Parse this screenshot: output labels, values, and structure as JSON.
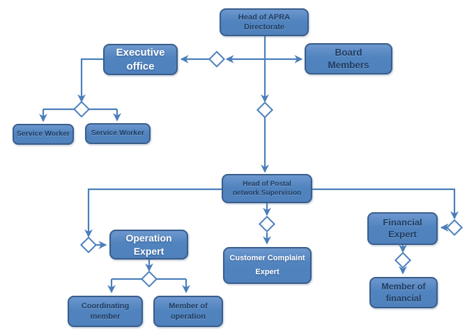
{
  "diagram": {
    "type": "org-chart",
    "background": "#ffffff",
    "colors": {
      "box_fill": "#4f81bd",
      "box_fill_highlight": "#6d97ce",
      "box_border": "#385d8a",
      "connector_line": "#4a7ebb",
      "diamond_fill": "#ffffff",
      "text_dark": "#1f3c61",
      "text_light": "#ffffff"
    },
    "nodes": {
      "head_apra": {
        "lines": [
          "Head of APRA",
          "Directorate"
        ],
        "text_style": "dark"
      },
      "executive_office": {
        "lines": [
          "Executive",
          "office"
        ],
        "text_style": "light"
      },
      "board_members": {
        "lines": [
          "Board",
          "Members"
        ],
        "text_style": "dark"
      },
      "service_worker_left": {
        "lines": [
          "Service Worker"
        ],
        "text_style": "dark"
      },
      "service_worker_right": {
        "lines": [
          "Service Worker"
        ],
        "text_style": "dark"
      },
      "head_postal": {
        "lines": [
          "Head of  Postal",
          "network Supervision"
        ],
        "text_style": "dark"
      },
      "operation_expert": {
        "lines": [
          "Operation",
          "Expert"
        ],
        "text_style": "light"
      },
      "customer_complaint": {
        "lines": [
          "Customer Complaint",
          "Expert"
        ],
        "text_style": "light"
      },
      "financial_expert": {
        "lines": [
          "Financial",
          "Expert"
        ],
        "text_style": "dark"
      },
      "member_financial": {
        "lines": [
          "Member of",
          "financial"
        ],
        "text_style": "dark"
      },
      "coordinating_member": {
        "lines": [
          "Coordinating",
          "member"
        ],
        "text_style": "dark"
      },
      "member_operation": {
        "lines": [
          "Member of",
          "operation"
        ],
        "text_style": "dark"
      }
    },
    "edges": [
      {
        "from": "head_apra",
        "to": "executive_office",
        "midpoint": "diamond"
      },
      {
        "from": "head_apra",
        "to": "board_members"
      },
      {
        "from": "head_apra",
        "to": "head_postal",
        "midpoint": "diamond"
      },
      {
        "from": "executive_office",
        "to": "service_worker_left",
        "midpoint": "diamond"
      },
      {
        "from": "executive_office",
        "to": "service_worker_right",
        "midpoint": "diamond"
      },
      {
        "from": "head_postal",
        "to": "operation_expert",
        "midpoint": "diamond"
      },
      {
        "from": "head_postal",
        "to": "customer_complaint",
        "midpoint": "diamond"
      },
      {
        "from": "head_postal",
        "to": "financial_expert",
        "midpoint": "diamond"
      },
      {
        "from": "operation_expert",
        "to": "coordinating_member",
        "midpoint": "diamond"
      },
      {
        "from": "operation_expert",
        "to": "member_operation",
        "midpoint": "diamond"
      },
      {
        "from": "financial_expert",
        "to": "member_financial",
        "midpoint": "diamond"
      }
    ]
  }
}
